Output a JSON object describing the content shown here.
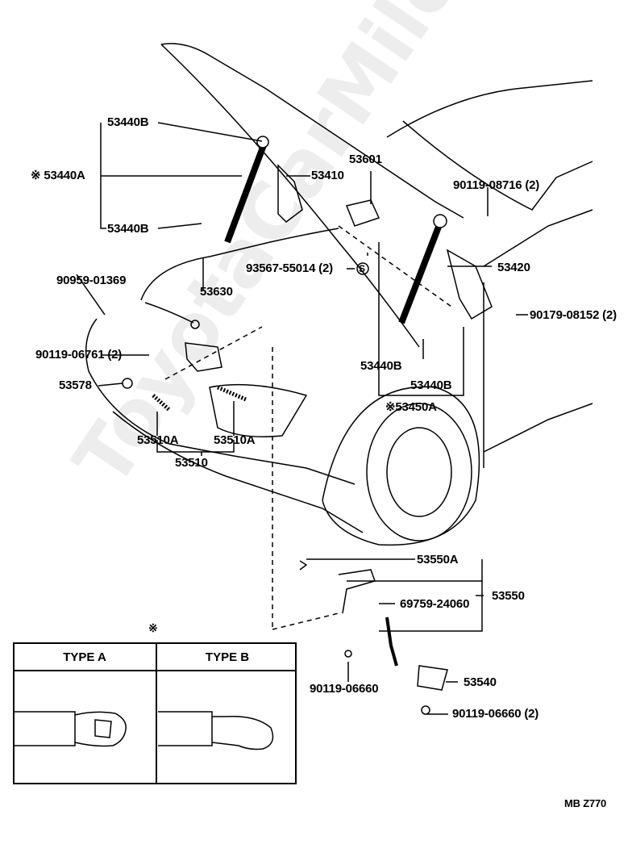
{
  "labels": {
    "l53440b_top": "53440B",
    "l53440a": "※ 53440A",
    "l53440b_mid": "53440B",
    "l53410": "53410",
    "l53601": "53601",
    "l90119_08716": "90119-08716 (2)",
    "l93567": "93567-55014 (2)",
    "l53630": "53630",
    "l53420": "53420",
    "l90959": "90959-01369",
    "l90179": "90179-08152 (2)",
    "l90119_06761": "90119-06761 (2)",
    "l53440b_r1": "53440B",
    "l53440b_r2": "53440B",
    "l53578": "53578",
    "l53450a": "※53450A",
    "l53510a_1": "53510A",
    "l53510a_2": "53510A",
    "l53510": "53510",
    "l53550a": "53550A",
    "l53550": "53550",
    "l69759": "69759-24060",
    "l90119_06660": "90119-06660",
    "l53540": "53540",
    "l90119_06660_2": "90119-06660 (2)",
    "s_mark": "S",
    "asterisk": "※",
    "footer_code": "MB Z770"
  },
  "legend": {
    "type_a": "TYPE A",
    "type_b": "TYPE B"
  },
  "watermark": "ToyotaCarMile.ru"
}
